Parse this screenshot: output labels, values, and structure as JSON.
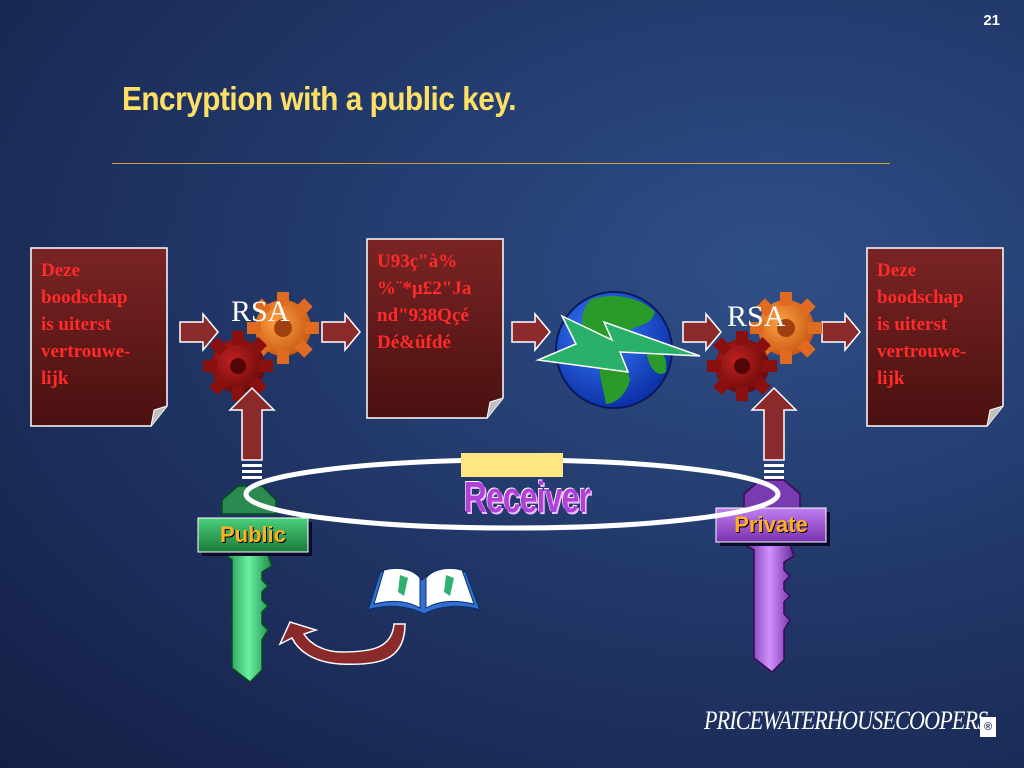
{
  "slide": {
    "number": "21",
    "title": "Encryption with a public key."
  },
  "documents": {
    "plaintext_left": "Deze\nboodschap\nis uiterst\nvertrouwe-\nlijk",
    "ciphertext": "U93ç\"à%\n%¨*µ£2\"Ja\nnd\"938Qçé\nDé&ûfdé",
    "plaintext_right": "Deze\nboodschap\nis uiterst\nvertrouwe-\nlijk"
  },
  "algorithms": {
    "left": "RSA",
    "right": "RSA"
  },
  "keys": {
    "public_label": "Public",
    "private_label": "Private",
    "owner_label": "Receiver"
  },
  "footer": {
    "logo_text": "PRICEWATERHOUSECOOPERS",
    "logo_mark": "®"
  },
  "colors": {
    "title": "#ffe066",
    "doc_text": "#ff2a2a",
    "public_key": "#3fcf70",
    "private_key": "#b060e0",
    "arrow": "#8a2a2a"
  }
}
